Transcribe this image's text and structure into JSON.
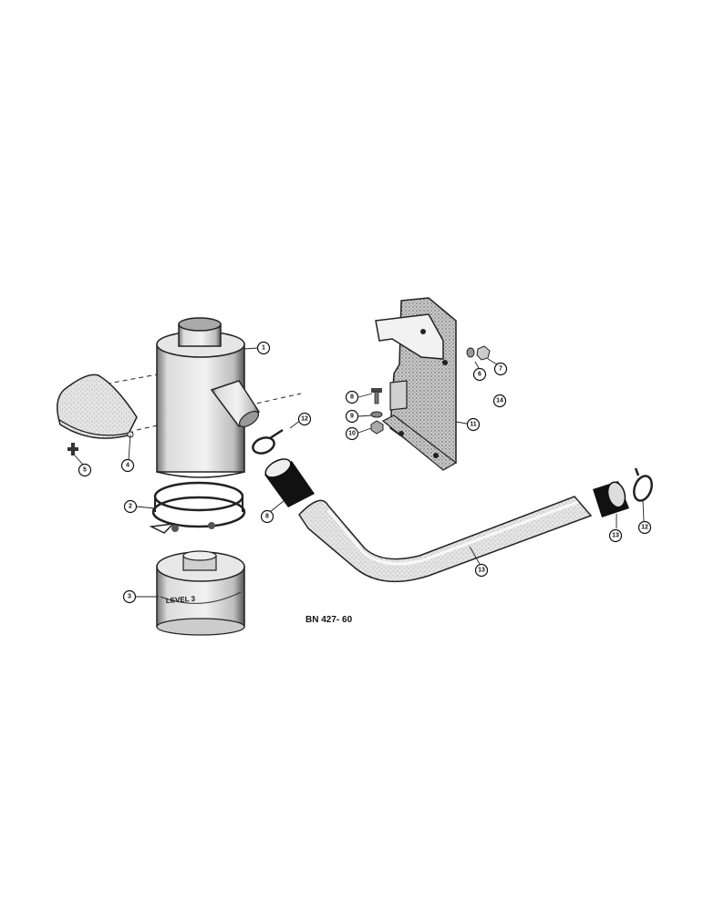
{
  "figure_code": "BN 427- 60",
  "cup_marking": "LEVEL 3",
  "callouts": [
    {
      "id": "c1",
      "label": "1"
    },
    {
      "id": "c2",
      "label": "2"
    },
    {
      "id": "c3",
      "label": "3"
    },
    {
      "id": "c4",
      "label": "4"
    },
    {
      "id": "c5",
      "label": "5"
    },
    {
      "id": "c6",
      "label": "6"
    },
    {
      "id": "c7",
      "label": "7"
    },
    {
      "id": "c8",
      "label": "8"
    },
    {
      "id": "c9",
      "label": "9"
    },
    {
      "id": "c10",
      "label": "10"
    },
    {
      "id": "c11",
      "label": "11"
    },
    {
      "id": "c8b",
      "label": "8"
    },
    {
      "id": "c12a",
      "label": "12"
    },
    {
      "id": "c13a",
      "label": "13"
    },
    {
      "id": "c12b",
      "label": "12"
    },
    {
      "id": "c13b",
      "label": "13"
    },
    {
      "id": "c14",
      "label": "14"
    }
  ]
}
